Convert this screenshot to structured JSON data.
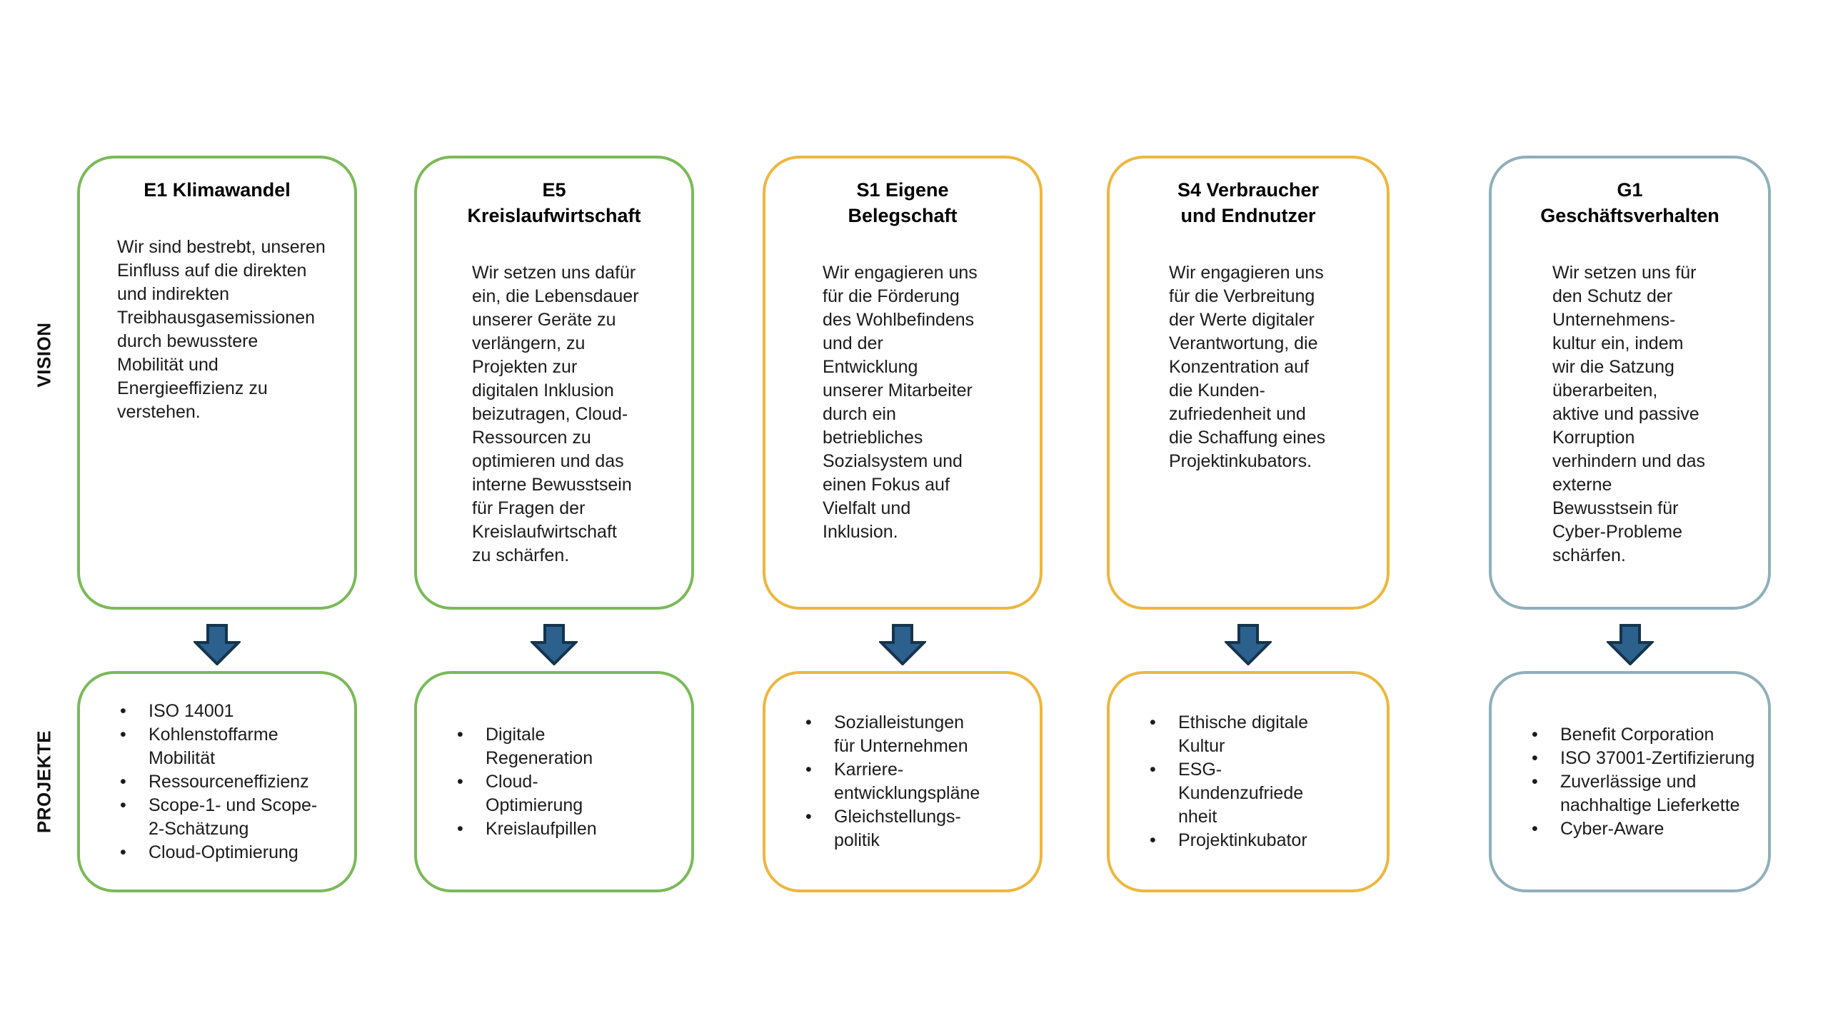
{
  "row_labels": {
    "vision": "VISION",
    "projekte": "PROJEKTE"
  },
  "colors": {
    "green": "#7ABA58",
    "gold": "#EDB73F",
    "bluegray": "#8FAFBB",
    "arrow_fill": "#2C608D",
    "arrow_stroke": "#15344E"
  },
  "columns": [
    {
      "id": "E1",
      "color": "green",
      "vision": {
        "title": "E1 Klimawandel",
        "body": "Wir sind bestrebt, unseren\nEinfluss auf die direkten\nund indirekten\nTreibhausgasemissionen\ndurch bewusstere\nMobilität und\nEnergieeffizienz zu\nverstehen."
      },
      "projects": [
        "ISO 14001",
        "Kohlenstoffarme\nMobilität",
        "Ressourceneffizienz",
        "Scope-1- und Scope-\n2-Schätzung",
        "Cloud-Optimierung"
      ]
    },
    {
      "id": "E5",
      "color": "green",
      "vision": {
        "title": "E5\nKreislaufwirtschaft",
        "body": "Wir setzen uns dafür\nein, die Lebensdauer\nunserer Geräte zu\nverlängern, zu\nProjekten zur\ndigitalen Inklusion\nbeizutragen, Cloud-\nRessourcen zu\noptimieren und das\ninterne Bewusstsein\nfür Fragen der\nKreislaufwirtschaft\nzu schärfen."
      },
      "projects": [
        "Digitale\nRegeneration",
        "Cloud-\nOptimierung",
        "Kreislaufpillen"
      ]
    },
    {
      "id": "S1",
      "color": "gold",
      "vision": {
        "title": "S1 Eigene\nBelegschaft",
        "body": "Wir engagieren uns\nfür die Förderung\ndes Wohlbefindens\nund der\nEntwicklung\nunserer Mitarbeiter\ndurch ein\nbetriebliches\nSozialsystem und\neinen Fokus auf\nVielfalt und\nInklusion."
      },
      "projects": [
        "Sozialleistungen\nfür Unternehmen",
        "Karriere-\nentwicklungspläne",
        "Gleichstellungs-\npolitik"
      ]
    },
    {
      "id": "S4",
      "color": "gold",
      "vision": {
        "title": "S4 Verbraucher\nund Endnutzer",
        "body": "Wir engagieren uns\nfür die Verbreitung\nder Werte digitaler\nVerantwortung, die\nKonzentration auf\ndie Kunden-\nzufriedenheit und\ndie Schaffung eines\nProjektinkubators."
      },
      "projects": [
        "Ethische digitale\nKultur",
        "ESG-\nKundenzufriede\nnheit",
        "Projektinkubator"
      ]
    },
    {
      "id": "G1",
      "color": "bluegray",
      "vision": {
        "title": "G1\nGeschäftsverhalten",
        "body": "Wir setzen uns für\nden Schutz der\nUnternehmens-\nkultur ein, indem\nwir die Satzung\nüberarbeiten,\naktive und passive\nKorruption\nverhindern und das\nexterne\nBewusstsein für\nCyber-Probleme\nschärfen."
      },
      "projects": [
        "Benefit Corporation",
        "ISO 37001-Zertifizierung",
        "Zuverlässige und\nnachhaltige Lieferkette",
        "Cyber-Aware"
      ]
    }
  ]
}
